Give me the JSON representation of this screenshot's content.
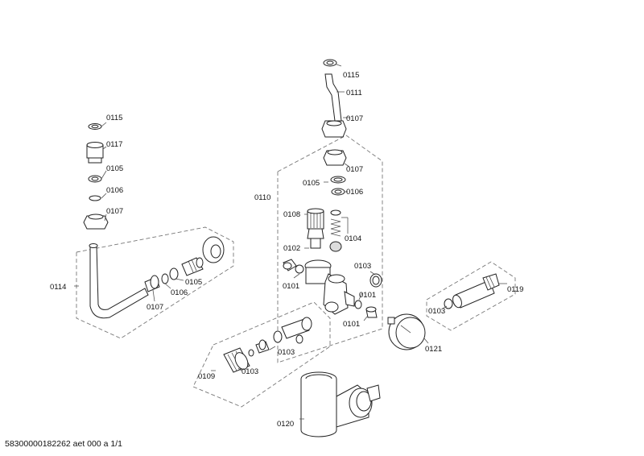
{
  "labels": {
    "l_0115_top": "0115",
    "l_0111": "0111",
    "l_0107_top": "0107",
    "l_0107_mid": "0107",
    "l_0110": "0110",
    "l_0105_mid": "0105",
    "l_0106_mid": "0106",
    "l_0108": "0108",
    "l_0104": "0104",
    "l_0102": "0102",
    "l_0101_a": "0101",
    "l_0103_a": "0103",
    "l_0101_b": "0101",
    "l_0101_c": "0101",
    "l_0119": "0119",
    "l_0103_r": "0103",
    "l_0121": "0121",
    "l_0103_b": "0103",
    "l_0109": "0109",
    "l_0103_c": "0103",
    "l_0120": "0120",
    "l_0115_left": "0115",
    "l_0117": "0117",
    "l_0105_left": "0105",
    "l_0106_left": "0106",
    "l_0107_left": "0107",
    "l_0114": "0114",
    "l_0107_low": "0107",
    "l_0106_low": "0106",
    "l_0105_low": "0105"
  },
  "footer": "58300000182262 aet 000 a 1/1"
}
